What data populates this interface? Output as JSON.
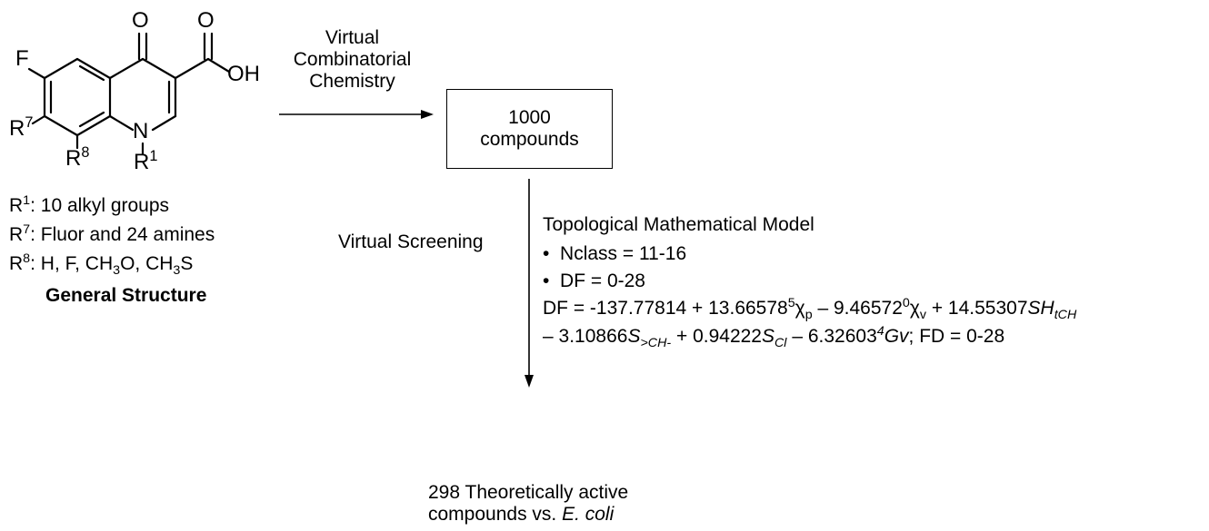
{
  "structure": {
    "atoms": {
      "F": "F",
      "O_keto": "O",
      "O_acid": "O",
      "OH": "OH",
      "N": "N",
      "R7": "R",
      "R7_sup": "7",
      "R8": "R",
      "R8_sup": "8",
      "R1": "R",
      "R1_sup": "1"
    },
    "substituents": [
      {
        "label": "R",
        "sup": "1",
        "text": ": 10 alkyl groups"
      },
      {
        "label": "R",
        "sup": "7",
        "text": ": Fluor and 24 amines"
      },
      {
        "label": "R",
        "sup": "8",
        "text": ": H, F, CH",
        "sub1": "3",
        "mid": "O, CH",
        "sub2": "3",
        "end": "S"
      }
    ],
    "caption": "General Structure"
  },
  "step1": {
    "label_lines": [
      "Virtual",
      "Combinatorial",
      "Chemistry"
    ]
  },
  "box": {
    "line1": "1000",
    "line2": "compounds"
  },
  "step2": {
    "label": "Virtual Screening",
    "model_title": "Topological Mathematical Model",
    "bullets": [
      "Nclass = 11-16",
      "DF = 0-28"
    ],
    "equation_line1": {
      "p1": "DF = -137.77814 + 13.66578",
      "s1": "5",
      "p2": "χ",
      "b1": "p",
      "p3": " – 9.46572",
      "s2": "0",
      "p4": "χ",
      "b2": "v",
      "p5": " + 14.55307",
      "p6": "SH",
      "b3": "tCH"
    },
    "equation_line2": {
      "p1": "– 3.10866",
      "p2": "S",
      "b1": ">CH-",
      "p3": " + 0.94222",
      "p4": "S",
      "b2": "Cl",
      "p5": " – 6.32603",
      "s1": "4",
      "p6": "Gv",
      "p7": "; FD = 0-28"
    }
  },
  "result": {
    "line1": "298 Theoretically active",
    "line2_prefix": "compounds vs. ",
    "line2_organism": "E. coli"
  }
}
